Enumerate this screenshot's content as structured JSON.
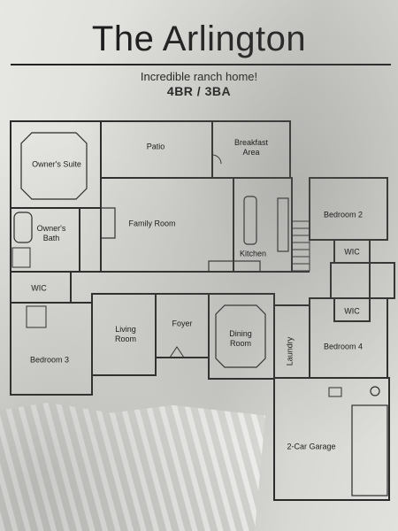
{
  "header": {
    "title": "The Arlington",
    "subtitle": "Incredible ranch home!",
    "beds_baths": "4BR / 3BA"
  },
  "rooms": {
    "owners_suite": "Owner's Suite",
    "patio": "Patio",
    "breakfast_area": "Breakfast Area",
    "owners_bath": "Owner's Bath",
    "family_room": "Family Room",
    "kitchen": "Kitchen",
    "bedroom_2": "Bedroom 2",
    "wic_left": "WIC",
    "wic_right_top": "WIC",
    "wic_right_bottom": "WIC",
    "living_room": "Living Room",
    "foyer": "Foyer",
    "dining_room": "Dining Room",
    "laundry": "Laundry",
    "bedroom_3": "Bedroom 3",
    "bedroom_4": "Bedroom 4",
    "garage": "2-Car Garage"
  }
}
